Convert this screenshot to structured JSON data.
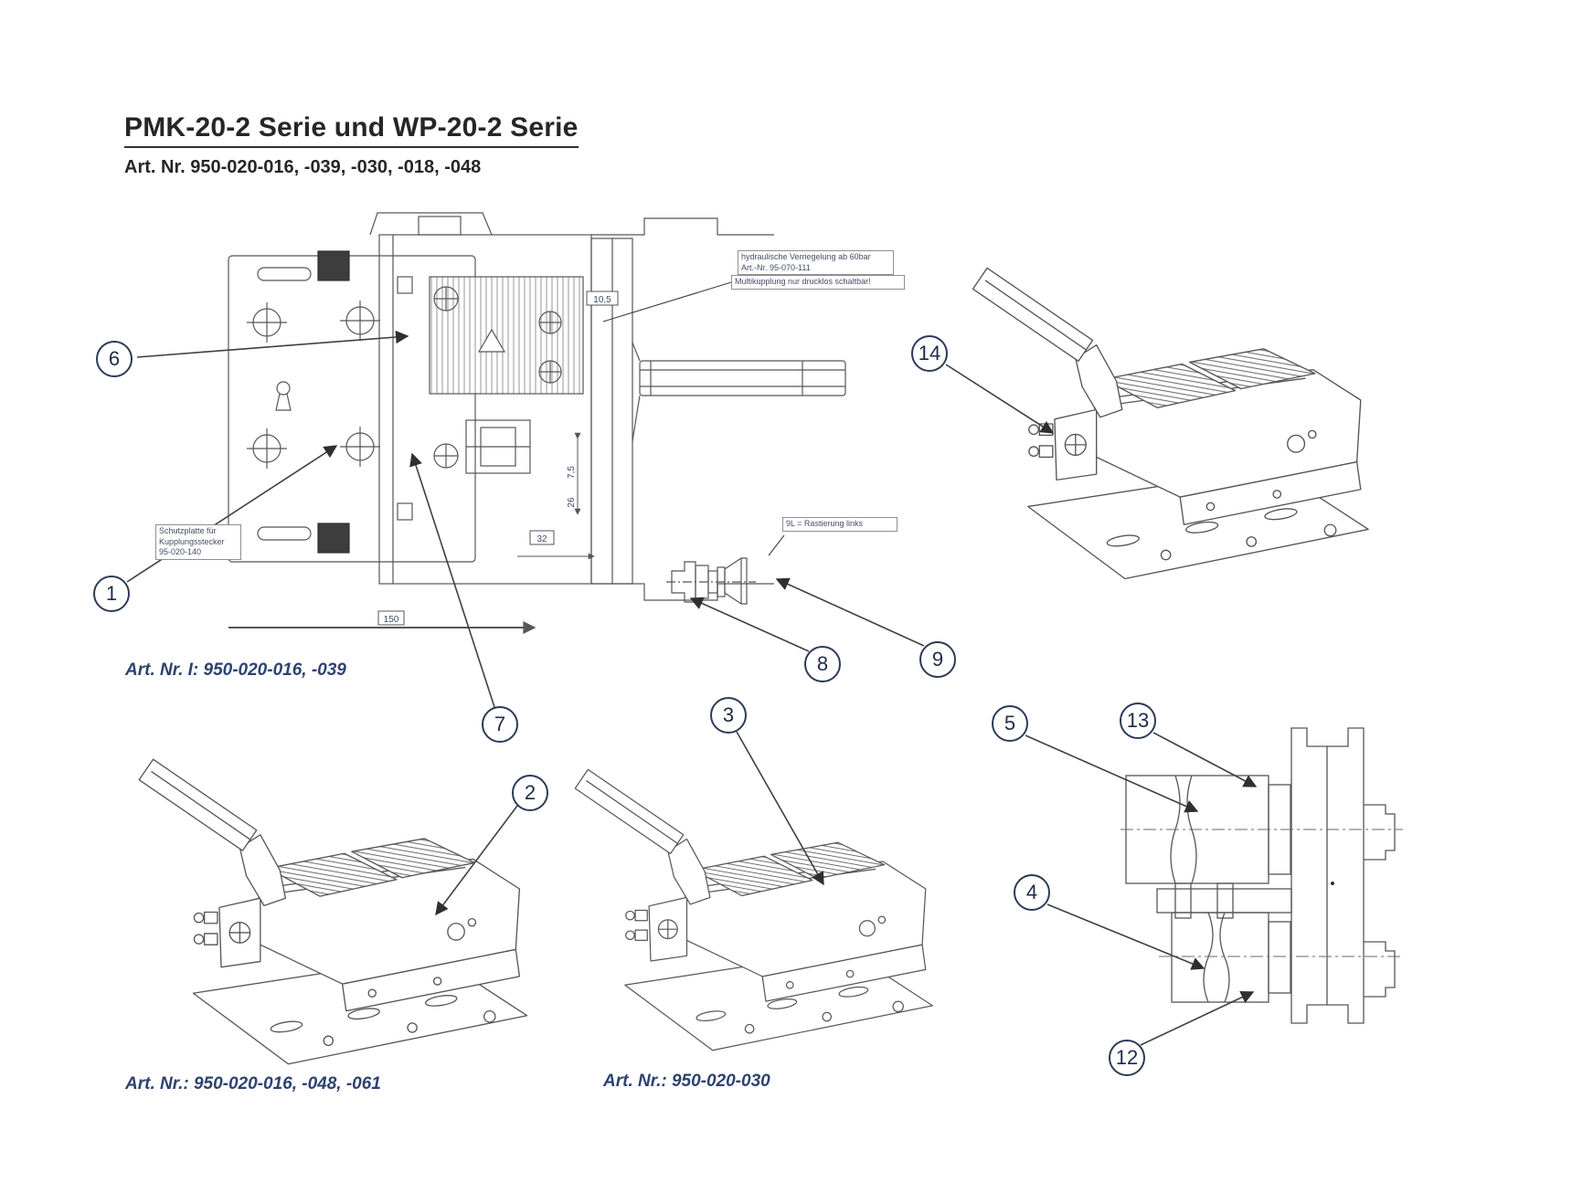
{
  "page": {
    "title": "PMK-20-2 Serie und WP-20-2 Serie",
    "subtitle": "Art. Nr. 950-020-016, -039, -030, -018, -048"
  },
  "captions": {
    "main_view": "Art. Nr.  I: 950-020-016, -039",
    "bottom_left_view": "Art. Nr.: 950-020-016, -048, -061",
    "bottom_middle_view": "Art. Nr.: 950-020-030"
  },
  "annotations": {
    "hydraulic_note_line1": "hydraulische Verriegelung ab 60bar",
    "hydraulic_note_line2": "Art.-Nr. 95-070-111",
    "pressure_note": "Multikupplung nur drucklos schaltbar!",
    "protection_note_line1": "Schutzplatte für",
    "protection_note_line2": "Kupplungsstecker",
    "protection_note_line3": "95-020-140",
    "detent_note": "9L = Rastierung links"
  },
  "dimensions": {
    "base_width": "150",
    "hole_diameter": "10,5",
    "step_height": "7,5",
    "slot_height": "26",
    "block_depth": "32"
  },
  "callouts": [
    {
      "label": "1"
    },
    {
      "label": "2"
    },
    {
      "label": "3"
    },
    {
      "label": "4"
    },
    {
      "label": "5"
    },
    {
      "label": "6"
    },
    {
      "label": "7"
    },
    {
      "label": "8"
    },
    {
      "label": "9"
    },
    {
      "label": "12"
    },
    {
      "label": "13"
    },
    {
      "label": "14"
    }
  ],
  "colors": {
    "caption_text": "#2d4270",
    "callout_ring": "#2c3a57",
    "drawing_line": "#565656",
    "leader_line": "#3f3f3f",
    "title_text": "#262626"
  }
}
